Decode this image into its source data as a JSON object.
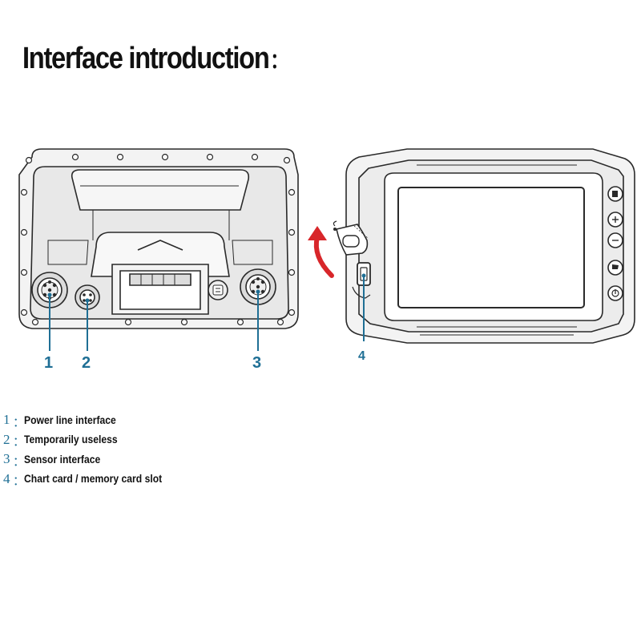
{
  "header": {
    "title": "Interface introduction",
    "colon": "："
  },
  "diagram": {
    "callouts": [
      "1",
      "2",
      "3",
      "4"
    ]
  },
  "legend": {
    "items": [
      {
        "num": "1",
        "sep": "：",
        "text": "Power line interface"
      },
      {
        "num": "2",
        "sep": "：",
        "text": "Temporarily useless"
      },
      {
        "num": "3",
        "sep": "：",
        "text": "Sensor interface"
      },
      {
        "num": "4",
        "sep": "：",
        "text": "Chart card / memory card slot"
      }
    ]
  },
  "colors": {
    "callout": "#1f6f95",
    "arrow": "#d8262a",
    "outline": "#2a2a2a"
  }
}
